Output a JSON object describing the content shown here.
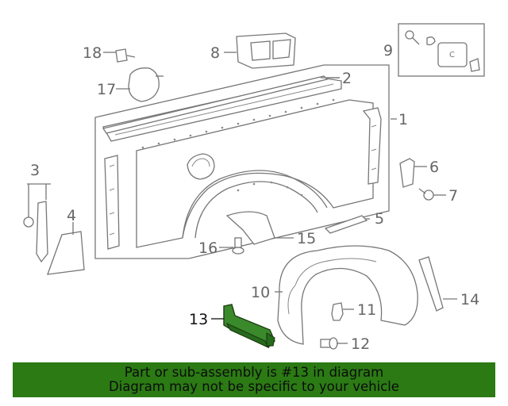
{
  "callouts": {
    "c1": "1",
    "c2": "2",
    "c3": "3",
    "c4": "4",
    "c5": "5",
    "c6": "6",
    "c7": "7",
    "c8": "8",
    "c9": "9",
    "c10": "10",
    "c11": "11",
    "c12": "12",
    "c13": "13",
    "c14": "14",
    "c15": "15",
    "c16": "16",
    "c17": "17",
    "c18": "18"
  },
  "highlighted_part": "13",
  "colors": {
    "highlight": "#3a8a2c",
    "banner": "#2b7a14",
    "line": "#777777"
  },
  "banner": {
    "line1": "Part or sub-assembly is #13 in diagram",
    "line2": "Diagram may not be specific to your vehicle"
  }
}
